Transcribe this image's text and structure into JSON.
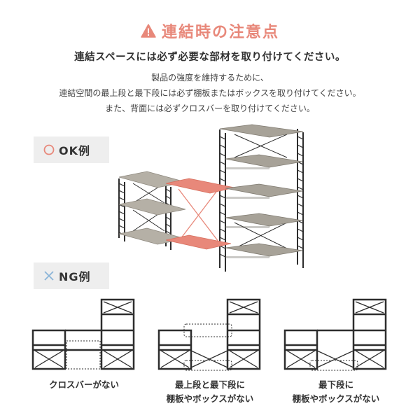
{
  "title": "連結時の注意点",
  "lead": "連結スペースには必ず必要な部材を取り付けてください。",
  "body_lines": [
    "製品の強度を維持するために、",
    "連結空間の最上段と最下段には必ず棚板またはボックスを取り付けてください。",
    "また、背面には必ずクロスバーを取り付けてください。"
  ],
  "ok_label": "OK例",
  "ng_label": "NG例",
  "ng_captions": [
    [
      "クロスバーがない"
    ],
    [
      "最上段と最下段に",
      "棚板やボックスがない"
    ],
    [
      "最下段に",
      "棚板やボックスがない"
    ]
  ],
  "colors": {
    "accent": "#e8887a",
    "warning_icon": "#e8887a",
    "ok_circle": "#e8887a",
    "ng_cross": "#8ab4d8",
    "frame": "#2d2d2d",
    "shelf": "#a9a49a",
    "highlight_shelf": "#e8887a",
    "label_bg": "#eeeeee"
  },
  "icons": {
    "warning": "warning-triangle-icon",
    "ok": "circle-icon",
    "ng": "cross-icon"
  }
}
